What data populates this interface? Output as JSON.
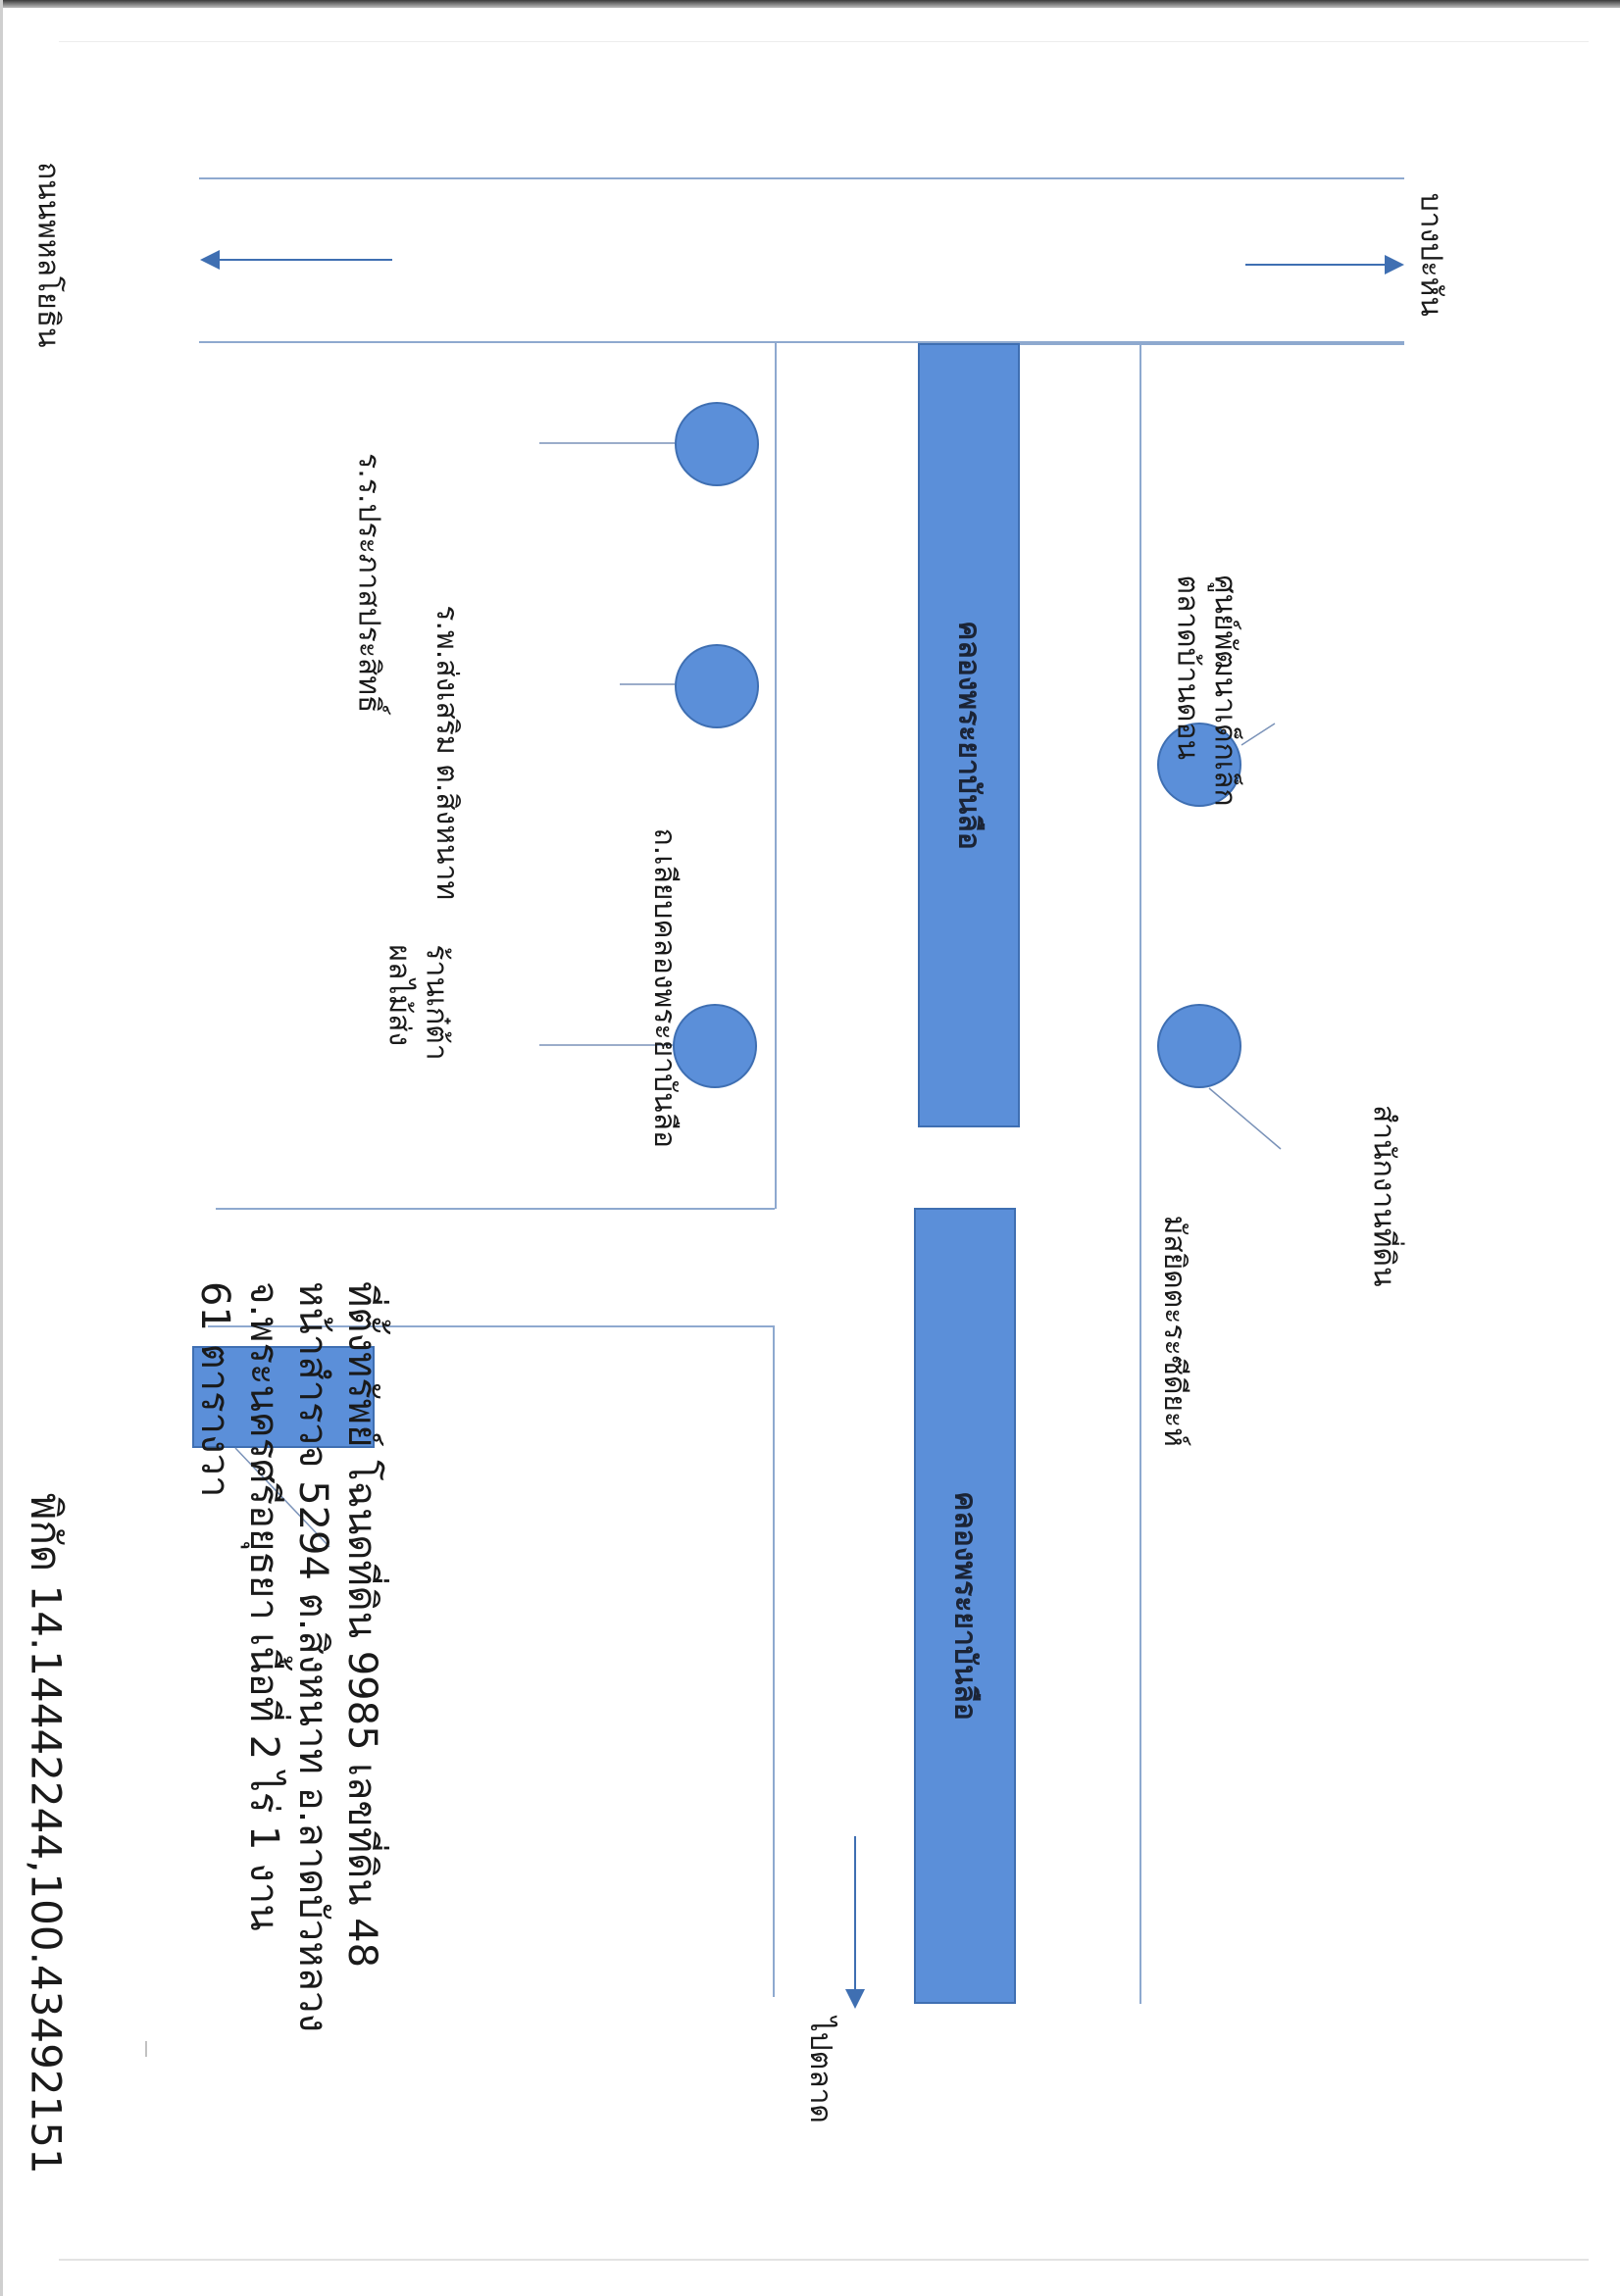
{
  "directions": {
    "top_left": "ถนนพหลโยธิน",
    "top_right": "บางปะหัน",
    "bottom_right": "ไปตลาด"
  },
  "canals": {
    "upper": "คลองพระยาบันลือ",
    "lower": "คลองพระยาบันลือ"
  },
  "road_label": "ถ.เลียบคลองพระยาบันลือ",
  "landmarks": {
    "school": [
      "ศูนย์พัฒนาเด็กเล็ก",
      "ตลาดบ้านดอน"
    ],
    "mosque": "มัสยิดตะระซีดียะห์",
    "land_office": "สำนักงานที่ดิน",
    "hospital": "ร.พ.ส่งเสริม ต.สิงหนาท",
    "temple": "ร.ร.ประภาสประสิทธิ์",
    "shop": [
      "ร้านเก๋ต้า",
      "ผลไม้ส่ง"
    ]
  },
  "property": {
    "lines": [
      "ที่ตั้งทรัพย์ โฉนดที่ดิน 9985 เลขที่ดิน 48",
      "หน้าสำรวจ 5294 ต.สิงหนาท อ.ลาดบัวหลวง",
      "จ.พระนครศรีอยุธยา เนื้อที่ 2 ไร่ 1 งาน",
      "61 ตารางวา"
    ],
    "coordinates": "พิกัด 14.14442244,100.43492151"
  },
  "colors": {
    "fill": "#5b8fd9",
    "stroke": "#3f6fb2",
    "arrow": "#3f6fb2",
    "road": "#8ea9cf"
  }
}
